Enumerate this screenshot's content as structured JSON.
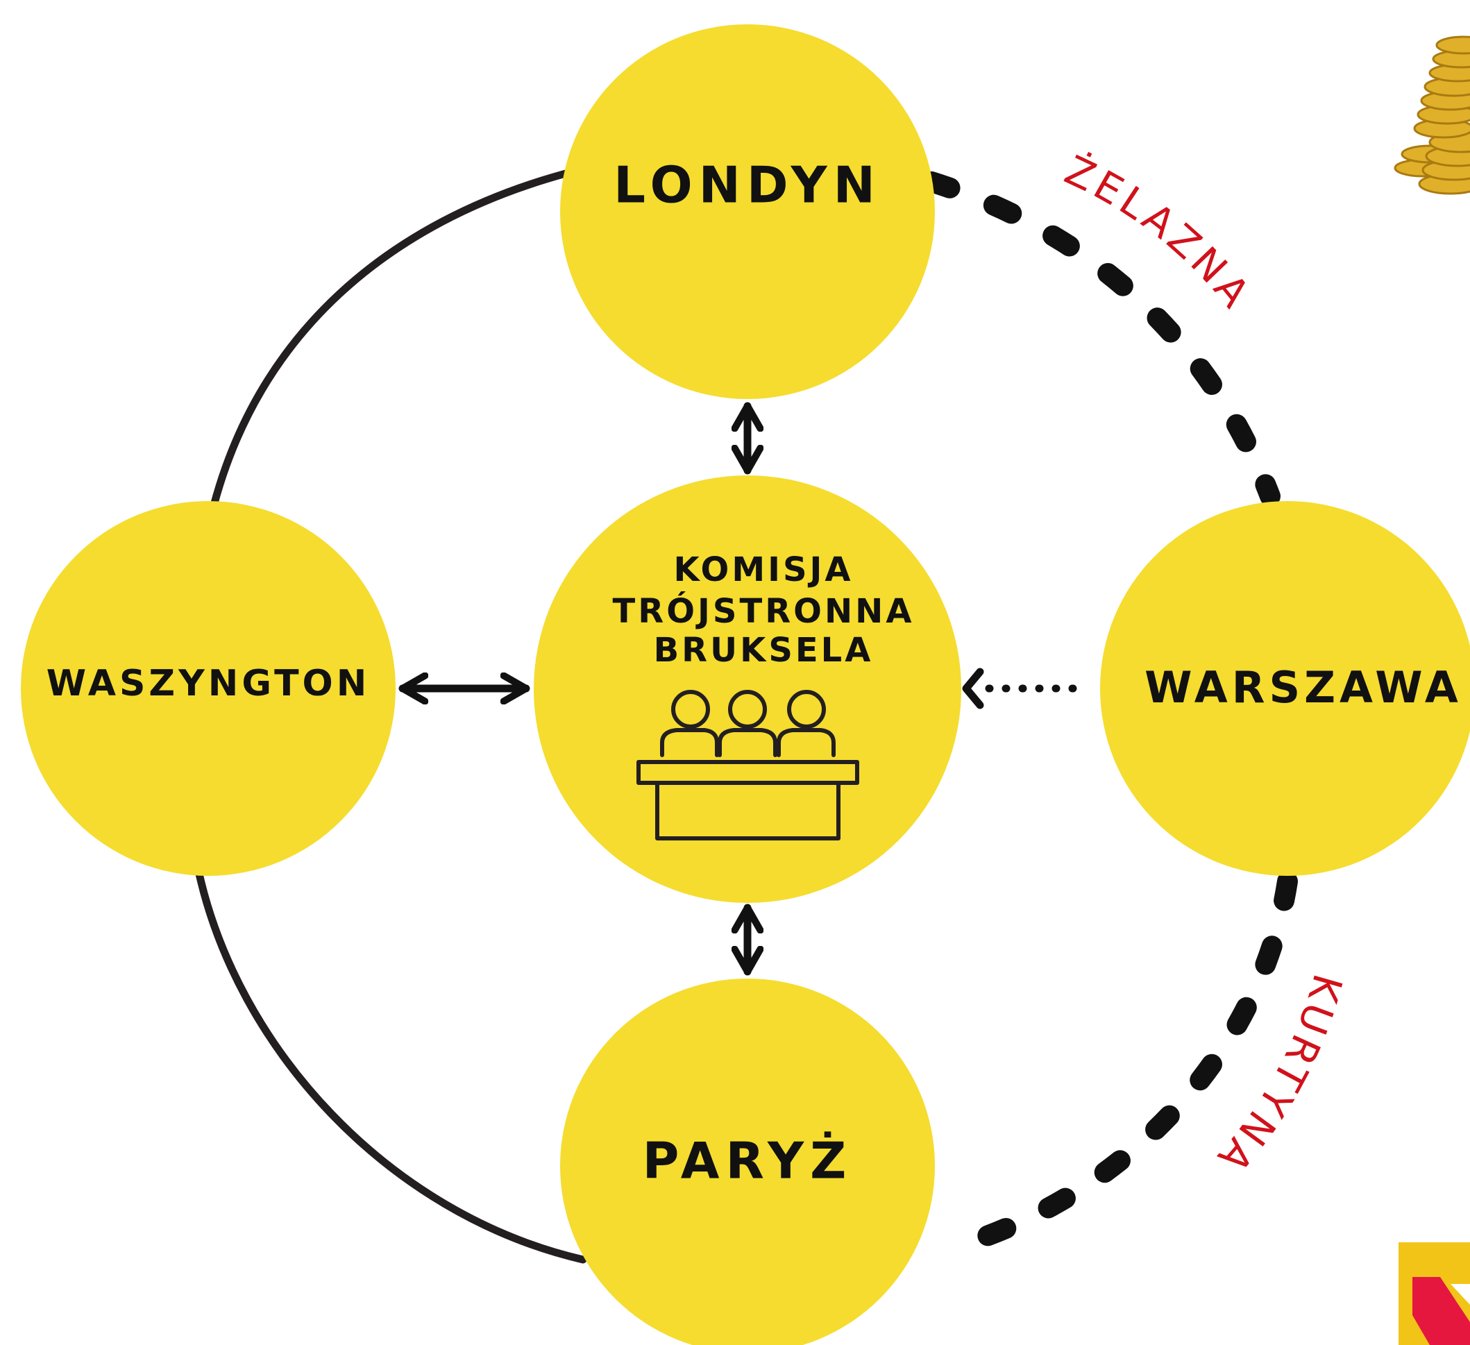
{
  "nodes": {
    "londyn": {
      "label": "LONDYN"
    },
    "waszyngton": {
      "label": "WASZYNGTON"
    },
    "center": {
      "lines": [
        "KOMISJA",
        "TRÓJSTRONNA",
        "BRUKSELA"
      ],
      "icon": "committee-table-icon"
    },
    "warszawa": {
      "label": "WARSZAWA"
    },
    "paryz": {
      "label": "PARYŻ"
    }
  },
  "curtain": {
    "upper_word": "ŻELAZNA",
    "lower_word": "KURTYNA",
    "text_color": "#d0121b"
  },
  "colors": {
    "node_fill": "#f5dc2f",
    "line": "#231f20",
    "accent_red": "#e5173f"
  },
  "decorations": {
    "coins": "gold-coins-image",
    "logo": "partial-logo"
  }
}
